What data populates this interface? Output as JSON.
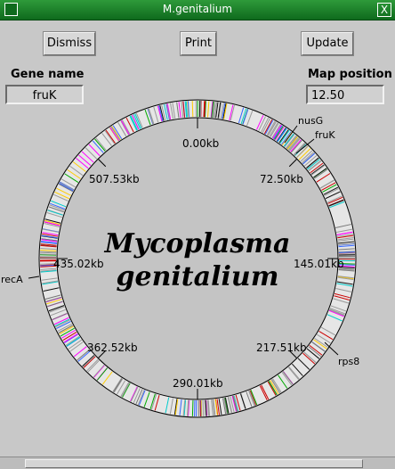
{
  "window": {
    "title": "M.genitalium",
    "close_glyph": "X"
  },
  "toolbar": {
    "dismiss": "Dismiss",
    "print": "Print",
    "update": "Update"
  },
  "gene": {
    "label": "Gene name",
    "value": "fruK"
  },
  "map": {
    "label": "Map position",
    "value": "12.50"
  },
  "genome": {
    "title_line1": "Mycoplasma",
    "title_line2": "genitalium",
    "ticks": [
      "0.00kb",
      "72.50kb",
      "145.01kb",
      "217.51kb",
      "290.01kb",
      "362.52kb",
      "435.02kb",
      "507.53kb"
    ],
    "callouts": [
      "nusG",
      "fruK",
      "recA",
      "rps8"
    ]
  },
  "colors": {
    "titlebar": "#1a7a2a",
    "window_bg": "#c8c8c8",
    "inner_disc": "#c4c4c4",
    "ring": "#e6e6e6",
    "marks": [
      "#ff00ff",
      "#3366ff",
      "#111111",
      "#00aa00",
      "#cc0000",
      "#777777",
      "#ffcc00",
      "#00cccc"
    ]
  }
}
